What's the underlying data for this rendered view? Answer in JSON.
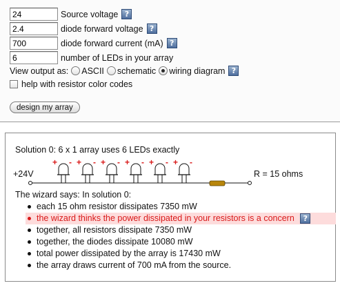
{
  "form": {
    "source_voltage": {
      "value": "24",
      "label": "Source voltage"
    },
    "diode_voltage": {
      "value": "2.4",
      "label": "diode forward voltage"
    },
    "diode_current": {
      "value": "700",
      "label": "diode forward current (mA)"
    },
    "led_count": {
      "value": "6",
      "label": "number of LEDs in your array"
    },
    "help_glyph": "?",
    "view_output": {
      "label": "View output as:",
      "options": [
        "ASCII",
        "schematic",
        "wiring diagram"
      ],
      "selected": "wiring diagram"
    },
    "color_codes_label": "help with resistor color codes",
    "design_button": "design my array"
  },
  "result": {
    "solution_title": "Solution 0: 6 x 1 array uses 6 LEDs exactly",
    "supply_label": "+24V",
    "resistor_label": "R = 15 ohms",
    "plus": "+",
    "minus": "-",
    "wizard_heading": "The wizard says: In solution 0:",
    "bullets": [
      "each 15 ohm resistor dissipates 7350 mW",
      "the wizard thinks the power dissipated in your resistors is a concern",
      "together, all resistors dissipate 7350 mW",
      "together, the diodes dissipate 10080 mW",
      "total power dissipated by the array is 17430 mW",
      "the array draws current of 700 mA from the source."
    ]
  },
  "colors": {
    "warning_text": "#d91a1a",
    "warning_bg": "#fddcdc",
    "polarity": "#d91a1a",
    "resistor_body": "#b8860b"
  }
}
